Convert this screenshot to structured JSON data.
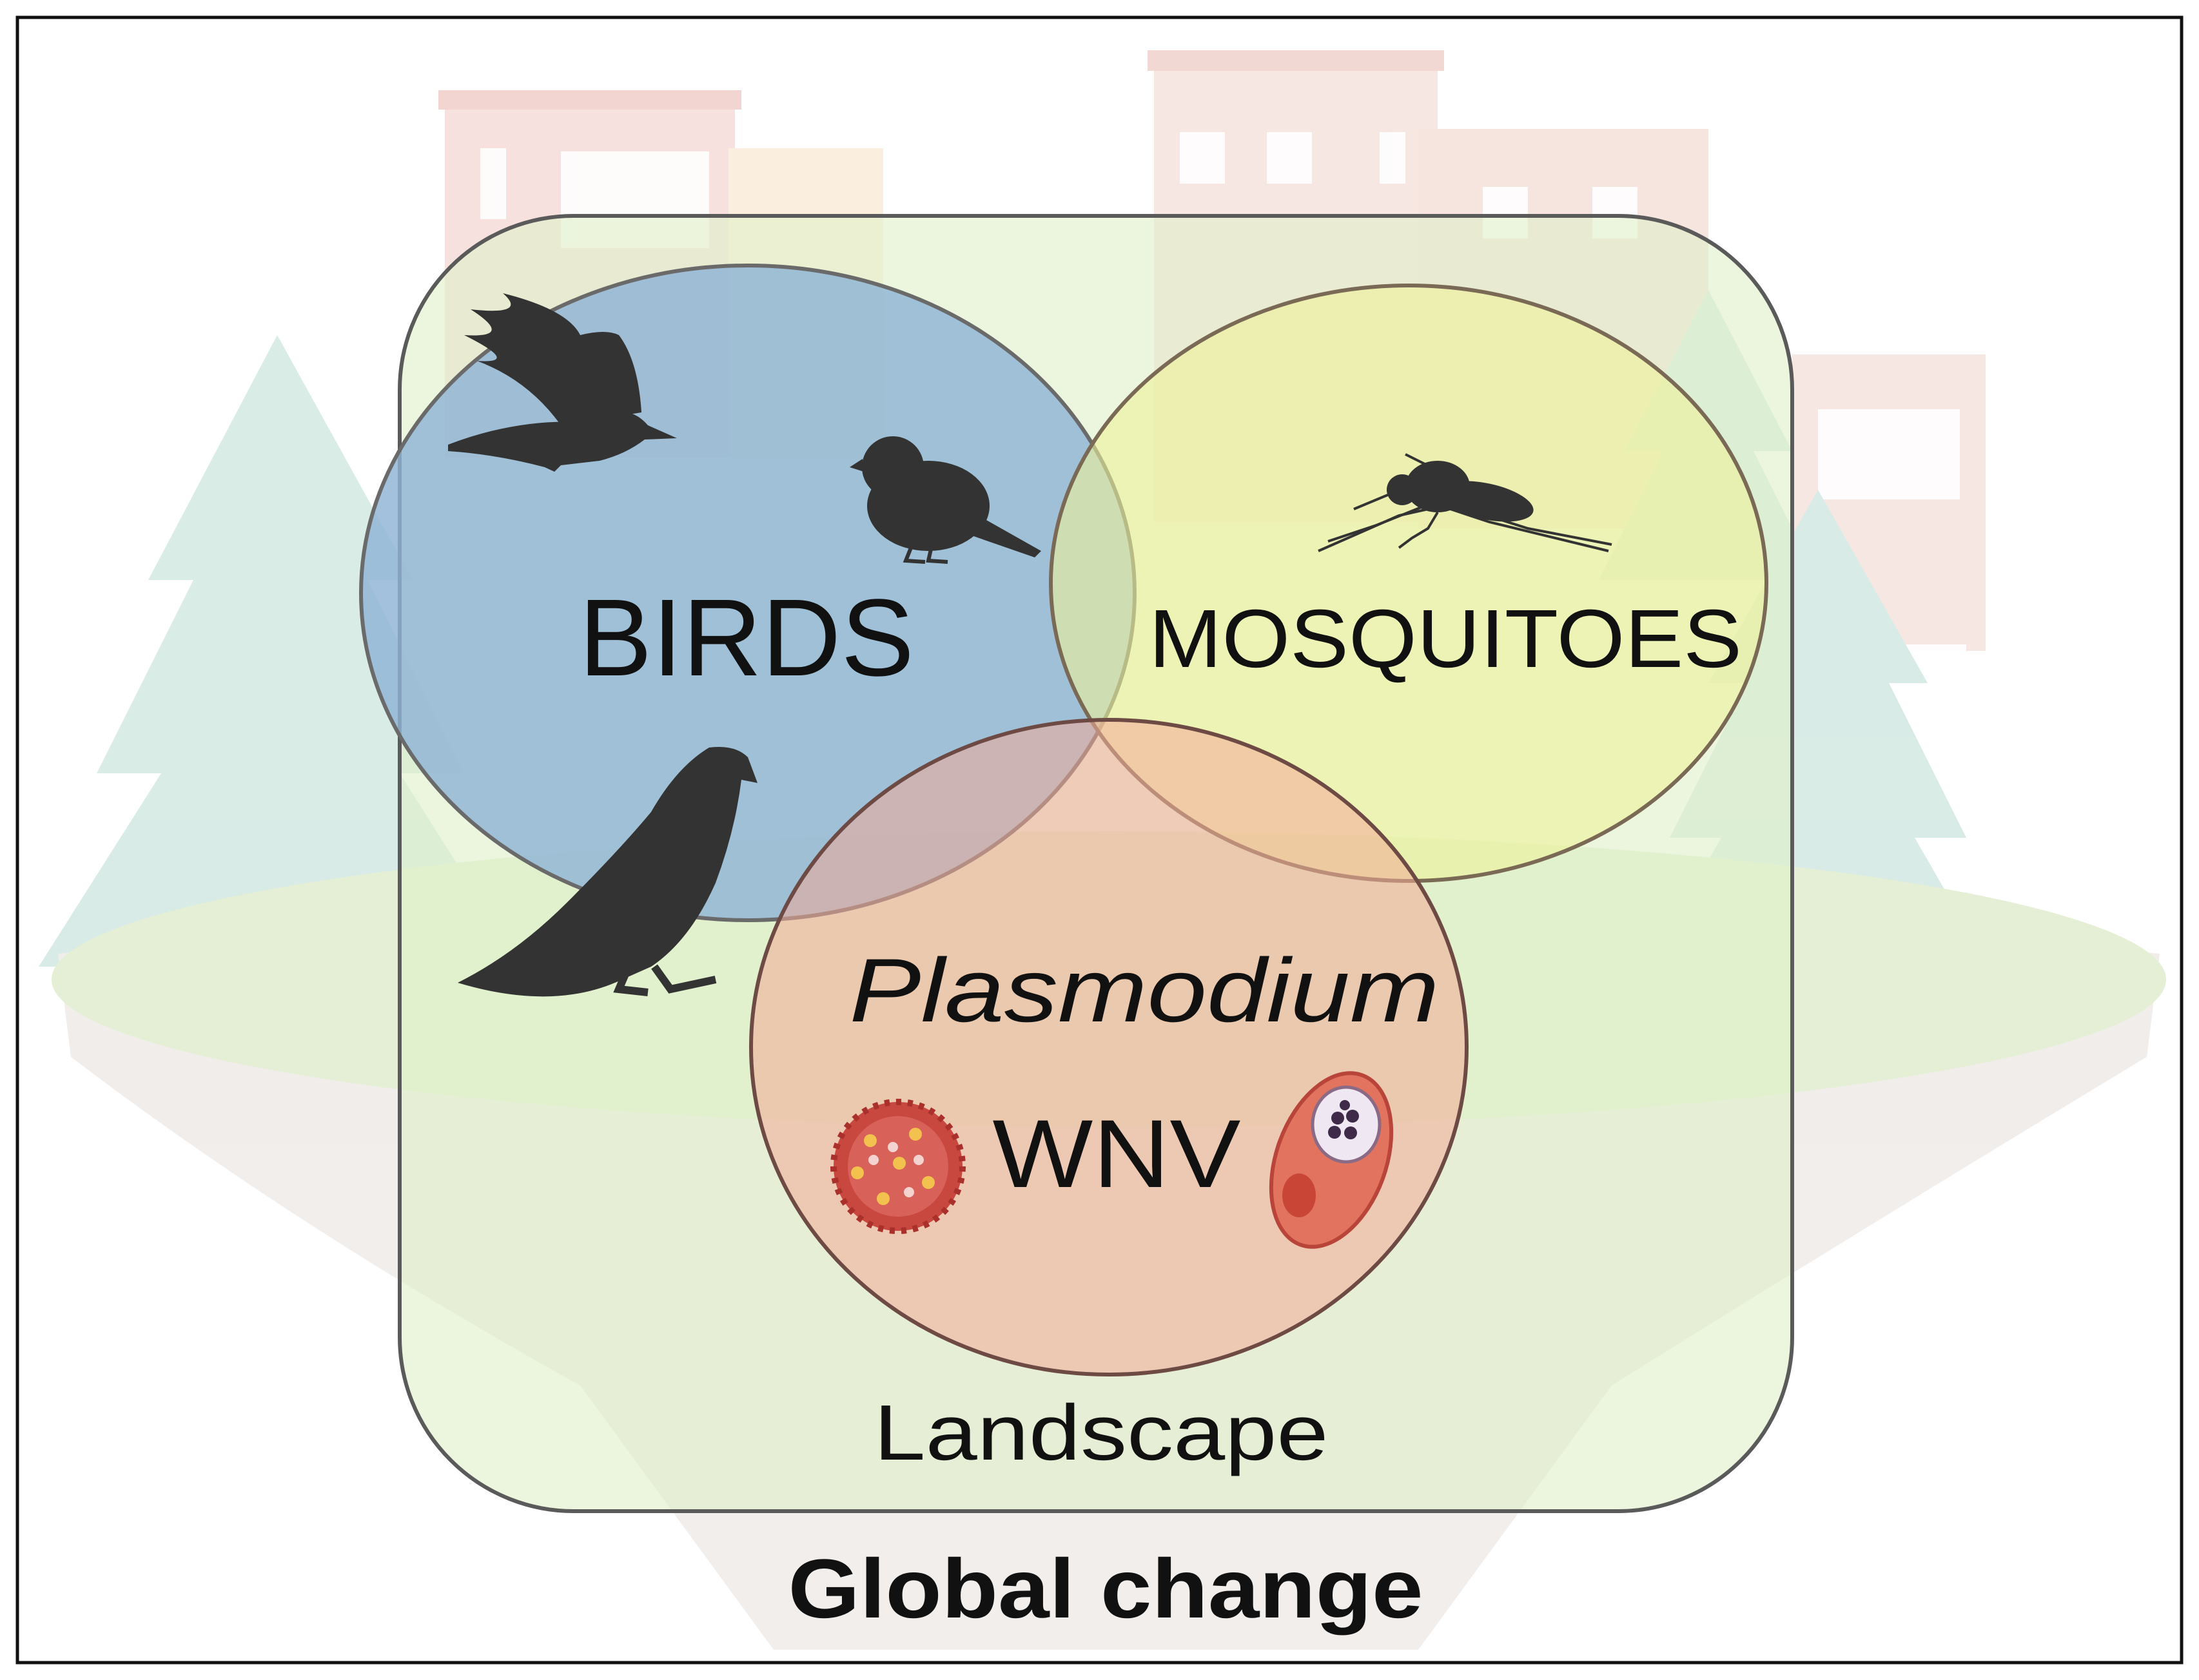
{
  "diagram": {
    "labels": {
      "birds": "BIRDS",
      "mosquitoes": "MOSQUITOES",
      "plasmodium": "Plasmodium",
      "wnv": "WNV",
      "landscape": "Landscape",
      "global_change": "Global change"
    },
    "colors": {
      "frame_border": "#111111",
      "landscape_box_fill": "#dff0c8",
      "landscape_box_stroke": "#5a5a5a",
      "birds_circle": "#8fb3d6",
      "mosquitoes_circle": "#eef29a",
      "pathogens_circle": "#f2b7a8",
      "silhouette": "#333333",
      "virus": "#c8473f",
      "parasite_cell": "#e2735f",
      "background_trees": "#cfe6df",
      "background_buildings": "#f3dcd3",
      "background_ground": "#e9efd9"
    },
    "icons": [
      "crow-icon",
      "sparrow-icon",
      "falcon-icon",
      "mosquito-icon",
      "virus-icon",
      "parasite-cell-icon"
    ]
  }
}
